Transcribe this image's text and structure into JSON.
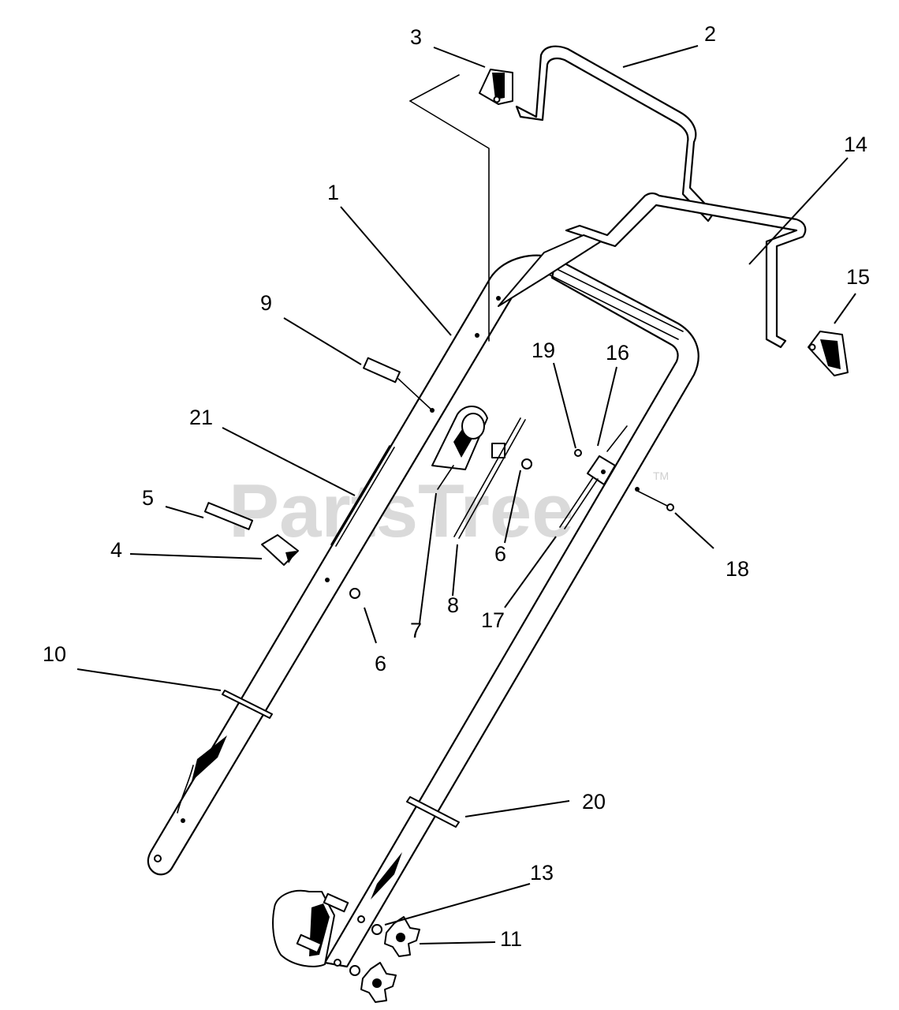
{
  "watermark": {
    "text": "PartsTree",
    "trademark": "TM"
  },
  "callouts": [
    {
      "id": "1",
      "label": "1"
    },
    {
      "id": "2",
      "label": "2"
    },
    {
      "id": "3",
      "label": "3"
    },
    {
      "id": "4",
      "label": "4"
    },
    {
      "id": "5",
      "label": "5"
    },
    {
      "id": "6a",
      "label": "6"
    },
    {
      "id": "6b",
      "label": "6"
    },
    {
      "id": "7",
      "label": "7"
    },
    {
      "id": "8",
      "label": "8"
    },
    {
      "id": "9",
      "label": "9"
    },
    {
      "id": "10",
      "label": "10"
    },
    {
      "id": "11",
      "label": "11"
    },
    {
      "id": "13",
      "label": "13"
    },
    {
      "id": "14",
      "label": "14"
    },
    {
      "id": "15",
      "label": "15"
    },
    {
      "id": "16",
      "label": "16"
    },
    {
      "id": "17",
      "label": "17"
    },
    {
      "id": "18",
      "label": "18"
    },
    {
      "id": "19",
      "label": "19"
    },
    {
      "id": "20",
      "label": "20"
    },
    {
      "id": "21",
      "label": "21"
    }
  ]
}
